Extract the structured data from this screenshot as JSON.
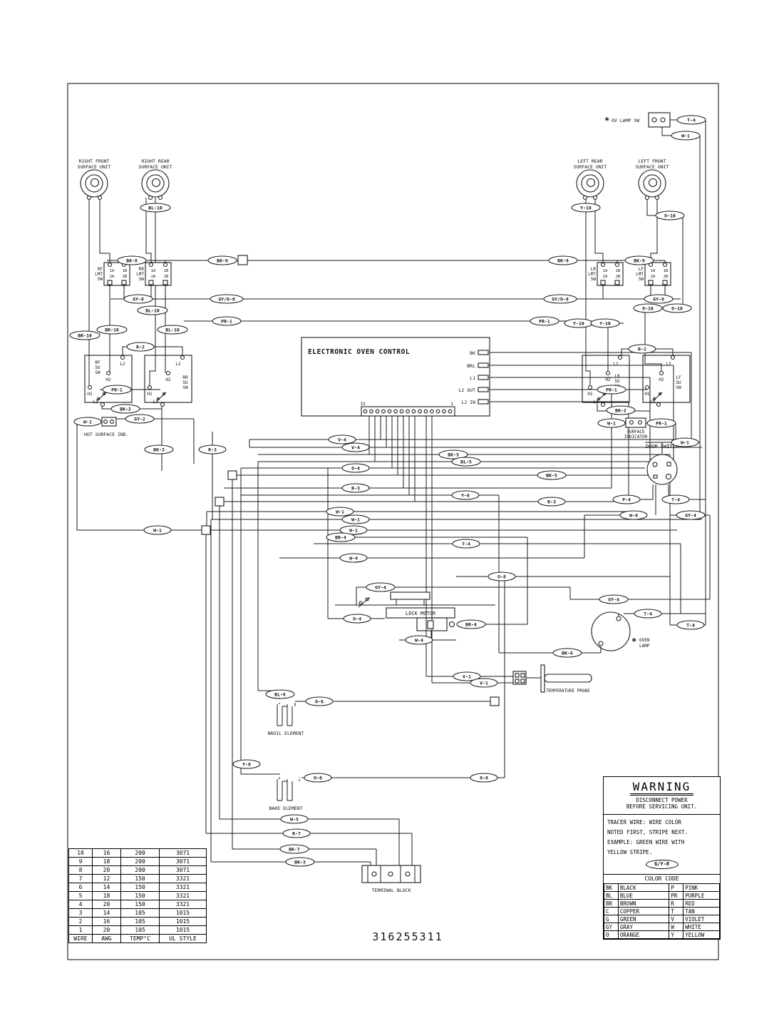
{
  "part_number": "316255311",
  "labels": {
    "ov": "OV LAMP SW",
    "ast": "*",
    "surface_unit": "SURFACE UNIT",
    "rfront": "RIGHT FRONT",
    "rrear": "RIGHT REAR",
    "lrear": "LEFT REAR",
    "lfront": "LEFT FRONT",
    "rf": "RF",
    "rr": "RR",
    "lr": "LR",
    "lf": "LF",
    "lmt": "LMT",
    "sw": "SW",
    "su": "SU",
    "a1": "1A",
    "a2": "2A",
    "b1": "1B",
    "b2": "2B",
    "h1": "H1",
    "h2": "H2",
    "l1": "L1",
    "l2": "L2",
    "eoc": "ELECTRONIC OVEN CONTROL",
    "bk": "BK",
    "brl": "BRL",
    "l2out": "L2 OUT",
    "l2in": "L2 IN",
    "p15": "15",
    "p1": "1",
    "hsi": "HOT SURFACE IND.",
    "si1": "SURFACE",
    "si2": "INDICATOR",
    "door": "DOOR SWITCH",
    "lock": "LOCK MOTOR",
    "oven": "OVEN",
    "lamp": "LAMP",
    "probe": "TEMPERATURE PROBE",
    "broil": "BROIL ELEMENT",
    "bake": "BAKE ELEMENT",
    "tblock": "TERMINAL BLOCK"
  },
  "tags": [
    "T-4",
    "W-1",
    "BL-10",
    "Y-10",
    "O-10",
    "BK-8",
    "BK-9",
    "BK-9",
    "BK-9",
    "GY-8",
    "GY/O-8",
    "GY/O-8",
    "GY-8",
    "BL-10",
    "PR-1",
    "PR-1",
    "O-10",
    "O-10",
    "BR-10",
    "BL-10",
    "Y-10",
    "Y-10",
    "BR-10",
    "R-2",
    "R-2",
    "PR-1",
    "PR-1",
    "BK-2",
    "BK-2",
    "W-1",
    "GY-2",
    "W-1",
    "PR-1",
    "W-1",
    "BK-3",
    "R-3",
    "V-4",
    "V-4",
    "BK-3",
    "BL-5",
    "O-4",
    "BK-5",
    "R-3",
    "Y-6",
    "R-3",
    "W-1",
    "W-1",
    "W-1",
    "W-1",
    "BR-4",
    "T-4",
    "W-4",
    "O-8",
    "GY-4",
    "P-4",
    "T-4",
    "W-4",
    "GY-4",
    "GY-4",
    "T-4",
    "T-4",
    "O-4",
    "BR-4",
    "W-4",
    "BK-6",
    "V-1",
    "V-1",
    "BL-6",
    "O-6",
    "Y-8",
    "O-8",
    "O-8",
    "W-5",
    "R-7",
    "BK-7",
    "BK-3"
  ],
  "warning": {
    "title": "WARNING",
    "line1": "DISCONNECT POWER",
    "line2": "BEFORE SERVICING UNIT.",
    "tracer1": "TRACER WIRE:  WIRE COLOR",
    "tracer2": "NOTED FIRST, STRIPE NEXT.",
    "tracer3": "EXAMPLE:  GREEN WIRE WITH",
    "tracer4": "YELLOW STRIPE.",
    "example_tag": "G/Y-8",
    "color_code_title": "COLOR CODE"
  },
  "color_rows": [
    [
      "BK",
      "BLACK",
      "P",
      "PINK"
    ],
    [
      "BL",
      "BLUE",
      "PR",
      "PURPLE"
    ],
    [
      "BR",
      "BROWN",
      "R",
      "RED"
    ],
    [
      "C",
      "COPPER",
      "T",
      "TAN"
    ],
    [
      "G",
      "GREEN",
      "V",
      "VIOLET"
    ],
    [
      "GY",
      "GRAY",
      "W",
      "WHITE"
    ],
    [
      "O",
      "ORANGE",
      "Y",
      "YELLOW"
    ]
  ],
  "wire_rows": [
    [
      "10",
      "16",
      "200",
      "3071"
    ],
    [
      "9",
      "18",
      "200",
      "3071"
    ],
    [
      "8",
      "20",
      "200",
      "3071"
    ],
    [
      "7",
      "12",
      "150",
      "3321"
    ],
    [
      "6",
      "14",
      "150",
      "3321"
    ],
    [
      "5",
      "18",
      "150",
      "3321"
    ],
    [
      "4",
      "20",
      "150",
      "3321"
    ],
    [
      "3",
      "14",
      "105",
      "1015"
    ],
    [
      "2",
      "16",
      "105",
      "1015"
    ],
    [
      "1",
      "20",
      "105",
      "1015"
    ],
    [
      "WIRE",
      "AWG",
      "TEMP°C",
      "UL STYLE"
    ]
  ]
}
